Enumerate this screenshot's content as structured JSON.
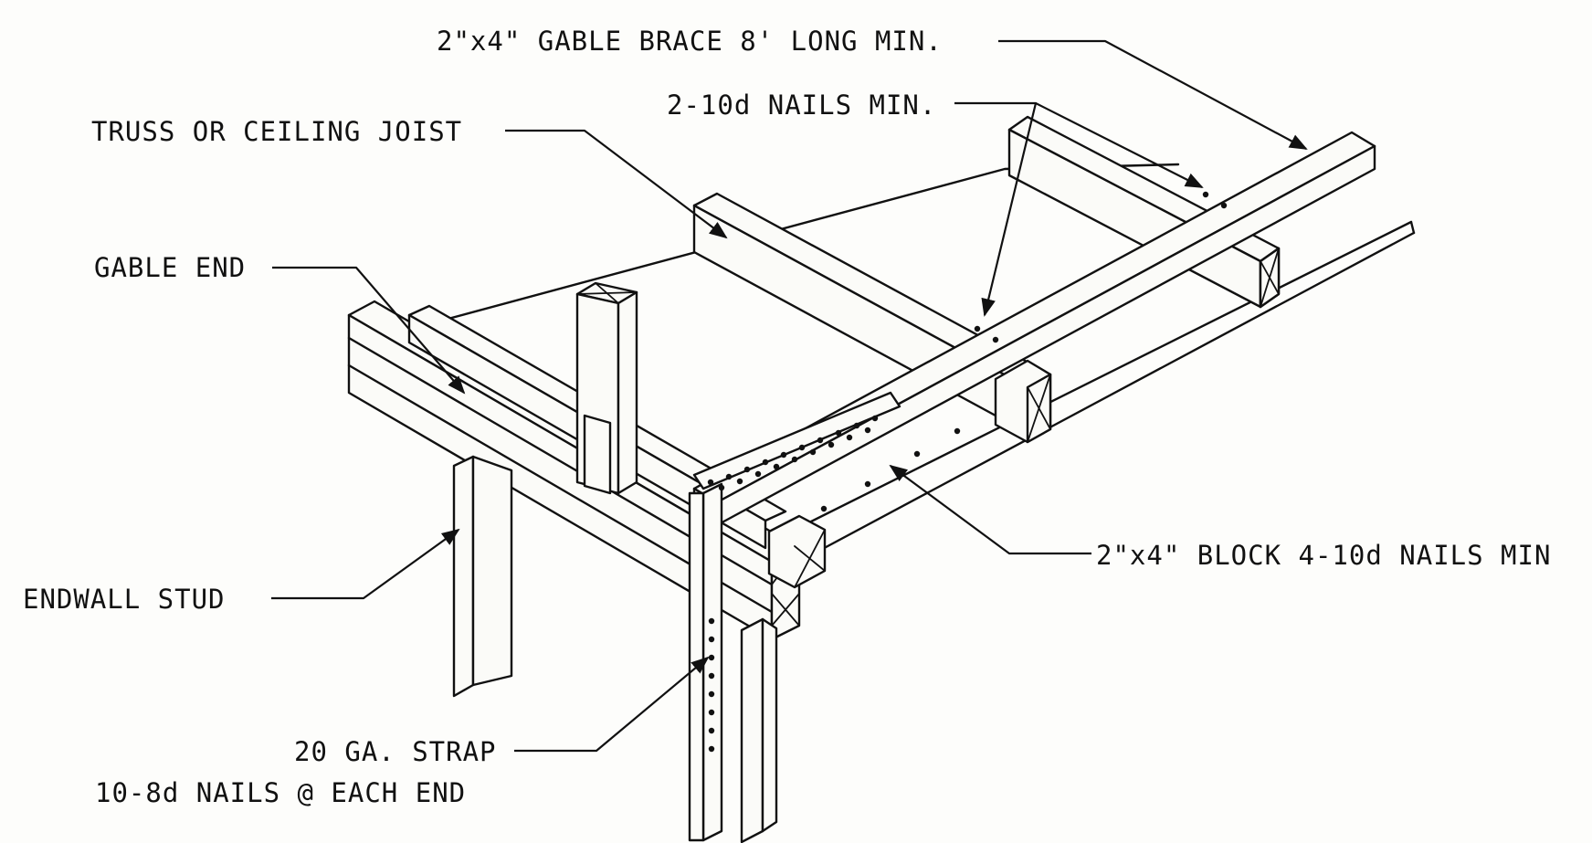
{
  "labels": {
    "gable_brace": "2\"x4\" GABLE BRACE 8' LONG MIN.",
    "nails_10d": "2-10d NAILS MIN.",
    "truss_joist": "TRUSS OR CEILING JOIST",
    "gable_end": "GABLE END",
    "block": "2\"x4\" BLOCK 4-10d NAILS MIN",
    "endwall_stud": "ENDWALL STUD",
    "strap": "20 GA. STRAP",
    "strap_nails": "10-8d NAILS @ EACH END"
  },
  "colors": {
    "ink": "#111111",
    "paper": "#fdfdfb"
  }
}
